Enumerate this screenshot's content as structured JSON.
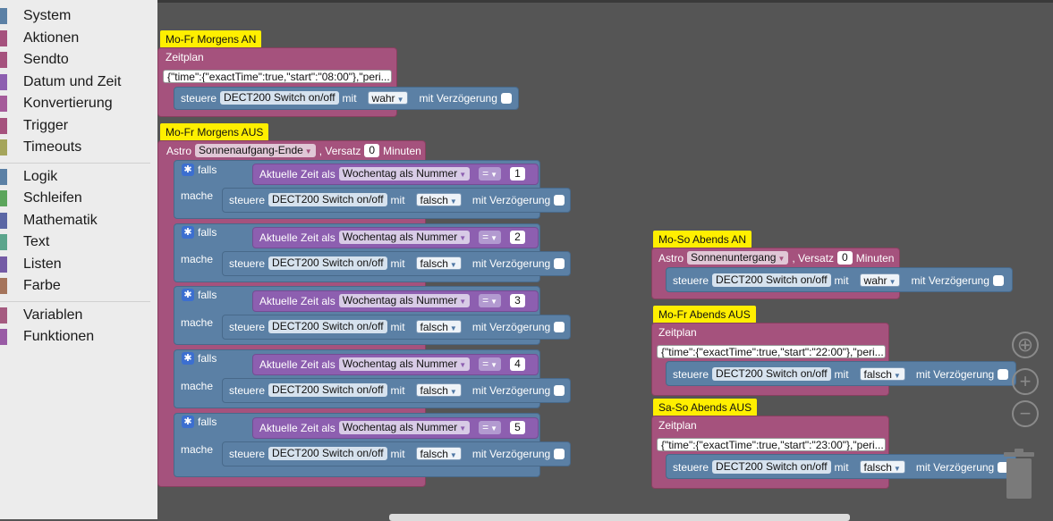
{
  "toolbox": {
    "groups": [
      [
        {
          "label": "System",
          "color": "#5b80a5"
        },
        {
          "label": "Aktionen",
          "color": "#a5527d"
        },
        {
          "label": "Sendto",
          "color": "#a5527d"
        },
        {
          "label": "Datum und Zeit",
          "color": "#8d5fb0"
        },
        {
          "label": "Konvertierung",
          "color": "#a55b9a"
        },
        {
          "label": "Trigger",
          "color": "#a5527d"
        },
        {
          "label": "Timeouts",
          "color": "#a5a55b"
        }
      ],
      [
        {
          "label": "Logik",
          "color": "#5b80a5"
        },
        {
          "label": "Schleifen",
          "color": "#5ba55b"
        },
        {
          "label": "Mathematik",
          "color": "#5b67a5"
        },
        {
          "label": "Text",
          "color": "#5ba58c"
        },
        {
          "label": "Listen",
          "color": "#745ba5"
        },
        {
          "label": "Farbe",
          "color": "#a5745b"
        }
      ],
      [
        {
          "label": "Variablen",
          "color": "#a55b80"
        },
        {
          "label": "Funktionen",
          "color": "#995ba5"
        }
      ]
    ]
  },
  "common": {
    "steuere": "steuere",
    "device": "DECT200 Switch on/off",
    "mit": "mit",
    "verz": "mit Verzögerung",
    "zeitplan": "Zeitplan",
    "astro": "Astro",
    "versatz": ", Versatz",
    "minuten": "Minuten",
    "falls": "falls",
    "mache": "mache",
    "aktuelle_zeit": "Aktuelle Zeit als",
    "wochentag": "Wochentag als Nummer",
    "eq": "=",
    "wahr": "wahr",
    "falsch": "falsch",
    "offset": "0"
  },
  "block1": {
    "title": "Mo-Fr Morgens AN",
    "schedule": "{\"time\":{\"exactTime\":true,\"start\":\"08:00\"},\"peri..."
  },
  "block2": {
    "title": "Mo-Fr Morgens AUS",
    "astro_event": "Sonnenaufgang-Ende",
    "days": [
      "1",
      "2",
      "3",
      "4",
      "5"
    ]
  },
  "block3": {
    "title": "Mo-So Abends AN",
    "astro_event": "Sonnenuntergang"
  },
  "block4": {
    "title": "Mo-Fr Abends AUS",
    "schedule": "{\"time\":{\"exactTime\":true,\"start\":\"22:00\"},\"peri..."
  },
  "block5": {
    "title": "Sa-So Abends AUS",
    "schedule": "{\"time\":{\"exactTime\":true,\"start\":\"23:00\"},\"peri..."
  }
}
